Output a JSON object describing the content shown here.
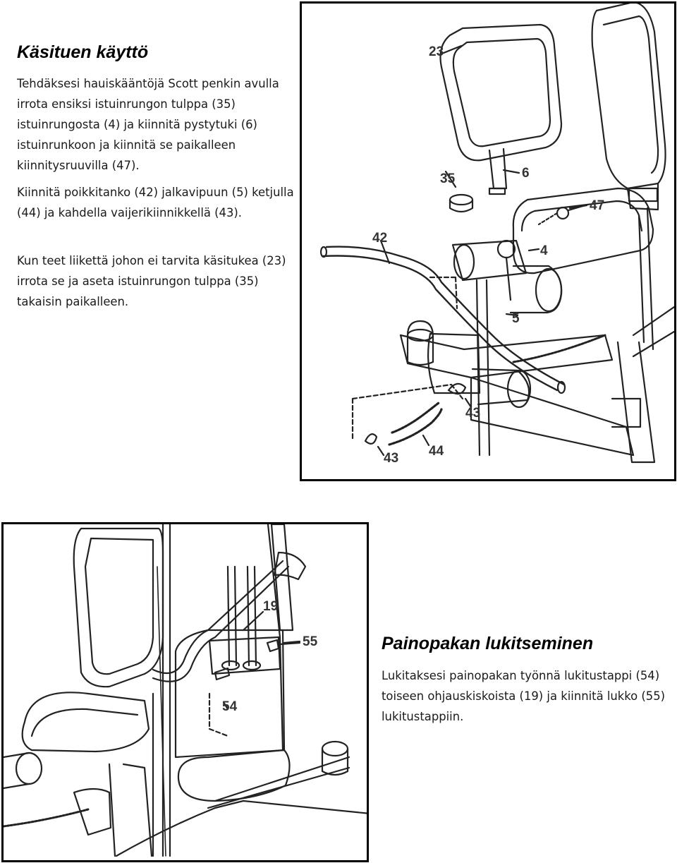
{
  "section1": {
    "title": "Käsituen käyttö",
    "paragraphs": [
      "Tehdäksesi hauiskääntöjä Scott penkin avulla irrota ensiksi istuinrungon tulppa (35) istuinrungosta (4) ja kiinnitä pystytuki (6) istuinrunkoon ja kiinnitä se paikalleen kiinnitysruuvilla (47).",
      "Kiinnitä poikkitanko (42) jalkavipuun (5) ketjulla (44) ja kahdella vaijerikiinnikkellä (43).",
      "Kun teet liikettä johon ei tarvita käsitukea (23) irrota se ja aseta istuinrungon tulppa (35) takaisin paikalleen."
    ]
  },
  "section2": {
    "title": "Painopakan lukitseminen",
    "paragraph": "Lukitaksesi painopakan työnnä lukitustappi (54) toiseen ohjauskiskoista (19) ja kiinnitä lukko (55) lukitustappiin."
  },
  "figure1": {
    "labels": {
      "l23": "23",
      "l35": "35",
      "l6": "6",
      "l47": "47",
      "l42": "42",
      "l4": "4",
      "l5": "5",
      "l43a": "43",
      "l43b": "43",
      "l44": "44"
    }
  },
  "figure2": {
    "labels": {
      "l19": "19",
      "l55": "55",
      "l54": "54"
    }
  }
}
